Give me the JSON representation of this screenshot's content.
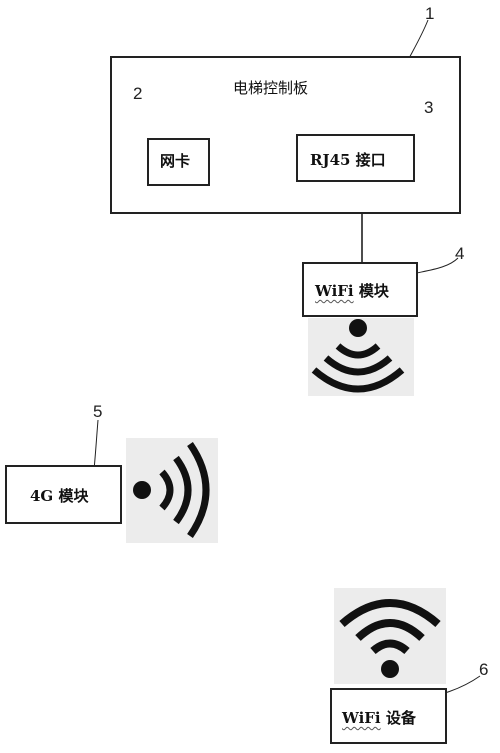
{
  "diagram": {
    "controller_board": {
      "title": "电梯控制板",
      "ref": "1"
    },
    "network_card": {
      "label": "网卡",
      "ref": "2"
    },
    "rj45_port": {
      "label": "RJ45 接口",
      "ref": "3"
    },
    "wifi_module": {
      "label_main": "WiFi",
      "label_rest": " 模块",
      "ref": "4"
    },
    "module_4g": {
      "label": "4G 模块",
      "ref": "5"
    },
    "wifi_device": {
      "label_main": "WiFi",
      "label_rest": " 设备",
      "ref": "6"
    }
  },
  "icons": [
    "wifi-signal-icon",
    "wireless-broadcast-icon",
    "wifi-signal-icon"
  ],
  "colors": {
    "line": "#222222",
    "icon": "#111111",
    "icon_bg": "#ececec"
  }
}
